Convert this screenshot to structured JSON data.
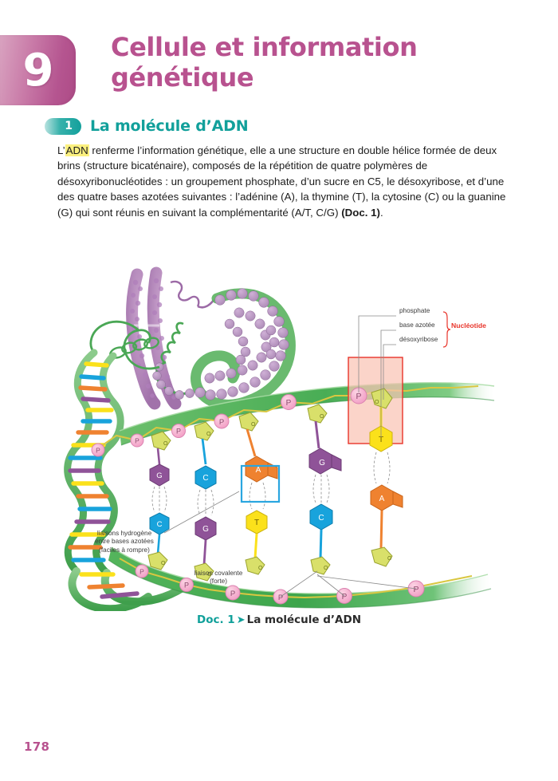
{
  "chapter": {
    "number": "9",
    "title_line1": "Cellule et information",
    "title_line2": "génétique",
    "badge_color": "#b55590",
    "title_color": "#b8528f"
  },
  "section": {
    "number": "1",
    "title": "La molécule d’ADN",
    "accent_color": "#12a09b"
  },
  "body": {
    "segments": [
      {
        "text": "L’",
        "style": "normal"
      },
      {
        "text": "ADN",
        "style": "highlight"
      },
      {
        "text": " renferme l’information génétique, elle a une structure en double hélice formée de deux brins (structure bicaténaire), composés de la répétition de quatre polymères de désoxyribonucléotides : un groupement phosphate, d’un sucre en C5, le désoxyribose, et d’une des quatre bases azotées suivantes : l’adénine (A), la thymine (T), la cytosine (C) ou la guanine (G) qui sont réunis en suivant la complémentarité (A/T, C/G) ",
        "style": "normal"
      },
      {
        "text": "(Doc. 1)",
        "style": "bold"
      },
      {
        "text": ".",
        "style": "normal"
      }
    ],
    "highlight_color": "#fbf07f"
  },
  "figure": {
    "annotations": {
      "phosphate": "phosphate",
      "base_azotee": "base azotée",
      "desoxyribose": "désoxyribose",
      "nucleotide": "Nucléotide",
      "hydrogen_l1": "liaisons hydrogène",
      "hydrogen_l2": "entre bases azotées",
      "hydrogen_l3": "(faciles à rompre)",
      "covalent_l1": "liaison covalente",
      "covalent_l2": "(forte)"
    },
    "phosphate_label": "P",
    "oxygen_label": "O",
    "nucleotide_box_fill": "#f9c3b4",
    "nucleotide_box_stroke": "#e8342a",
    "hbond_box_stroke": "#2aa6e0",
    "base_pairs": [
      {
        "top": "G",
        "bottom": "C"
      },
      {
        "top": "C",
        "bottom": "G"
      },
      {
        "top": "A",
        "bottom": "T"
      },
      {
        "top": "G",
        "bottom": "C"
      },
      {
        "top": "T",
        "bottom": "A"
      }
    ],
    "base_colors": {
      "A": "#ef8230",
      "T": "#fbe11b",
      "C": "#18a3dc",
      "G": "#8f5398"
    },
    "strand_color": "#5cb85c",
    "sugar_color": "#d9e06a",
    "phosphate_color": "#f4a9c8"
  },
  "caption": {
    "doc": "Doc. 1",
    "arrow": "➤",
    "title": "La molécule d’ADN"
  },
  "folio": {
    "page": "178"
  }
}
